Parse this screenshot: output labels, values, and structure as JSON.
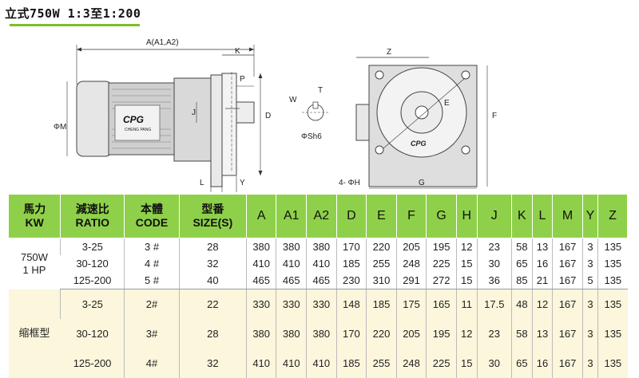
{
  "title": "立式750W 1:3至1:200",
  "drawing_labels": {
    "a_dim": "A(A1,A2)",
    "k": "K",
    "p": "P",
    "j": "J",
    "d": "D",
    "phi_m": "ΦM",
    "l": "L",
    "y": "Y",
    "w": "W",
    "t": "T",
    "phi_sh": "ΦSh6",
    "z": "Z",
    "e": "E",
    "f": "F",
    "g": "G",
    "phi_h": "4- ΦH",
    "logo": "CPG",
    "logo_sub": "CHENG PANG"
  },
  "table": {
    "headers": [
      [
        "馬力",
        "KW"
      ],
      [
        "減速比",
        "RATIO"
      ],
      [
        "本體",
        "CODE"
      ],
      [
        "型番",
        "SIZE(S)"
      ],
      [
        "A"
      ],
      [
        "A1"
      ],
      [
        "A2"
      ],
      [
        "D"
      ],
      [
        "E"
      ],
      [
        "F"
      ],
      [
        "G"
      ],
      [
        "H"
      ],
      [
        "J"
      ],
      [
        "K"
      ],
      [
        "L"
      ],
      [
        "M"
      ],
      [
        "Y"
      ],
      [
        "Z"
      ]
    ],
    "group1": {
      "model": [
        "750W",
        "1 HP"
      ],
      "rows": [
        {
          "ratio": "3-25",
          "code": "3 #",
          "size": "28",
          "vals": [
            "380",
            "380",
            "380",
            "170",
            "220",
            "205",
            "195",
            "12",
            "23",
            "58",
            "13",
            "167",
            "3",
            "135"
          ]
        },
        {
          "ratio": "30-120",
          "code": "4 #",
          "size": "32",
          "vals": [
            "410",
            "410",
            "410",
            "185",
            "255",
            "248",
            "225",
            "15",
            "30",
            "65",
            "16",
            "167",
            "3",
            "135"
          ]
        },
        {
          "ratio": "125-200",
          "code": "5 #",
          "size": "40",
          "vals": [
            "465",
            "465",
            "465",
            "230",
            "310",
            "291",
            "272",
            "15",
            "36",
            "85",
            "21",
            "167",
            "5",
            "135"
          ]
        }
      ]
    },
    "group2": {
      "model": "缩框型",
      "rows": [
        {
          "ratio": "3-25",
          "code": "2#",
          "size": "22",
          "vals": [
            "330",
            "330",
            "330",
            "148",
            "185",
            "175",
            "165",
            "11",
            "17.5",
            "48",
            "12",
            "167",
            "3",
            "135"
          ]
        },
        {
          "ratio": "30-120",
          "code": "3#",
          "size": "28",
          "vals": [
            "380",
            "380",
            "380",
            "170",
            "220",
            "205",
            "195",
            "12",
            "23",
            "58",
            "13",
            "167",
            "3",
            "135"
          ]
        },
        {
          "ratio": "125-200",
          "code": "4#",
          "size": "32",
          "vals": [
            "410",
            "410",
            "410",
            "185",
            "255",
            "248",
            "225",
            "15",
            "30",
            "65",
            "16",
            "167",
            "3",
            "135"
          ]
        }
      ]
    }
  }
}
